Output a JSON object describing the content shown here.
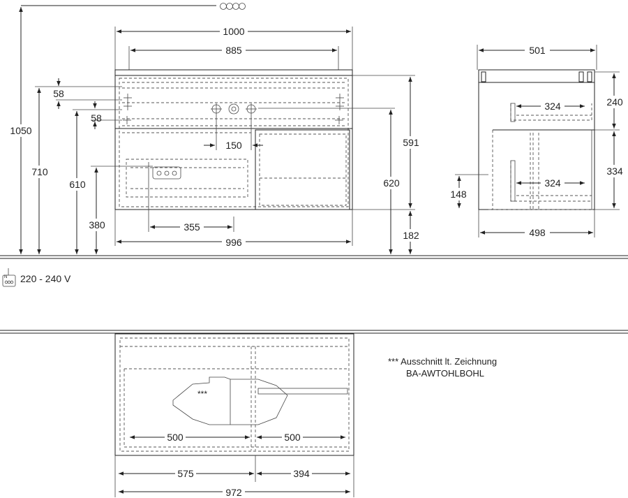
{
  "front_view": {
    "widths": {
      "top_outer": "1000",
      "top_inner": "885",
      "bottom": "996",
      "outlet_offset": "355",
      "valve_spacing": "150"
    },
    "heights": {
      "overall": "1050",
      "top_edge": "710",
      "valve_height": "610",
      "socket_height": "380",
      "carcass": "591",
      "carcass_plus_gap": "620",
      "floor_gap": "182",
      "top_offset": "58",
      "valve_offset": "58"
    }
  },
  "side_view": {
    "depths": {
      "top": "501",
      "bottom": "498",
      "upper_drawer": "324",
      "lower_drawer": "324"
    },
    "heights": {
      "upper": "240",
      "lower": "334",
      "socket": "148"
    }
  },
  "plan_view": {
    "widths": {
      "left_half": "500",
      "right_half": "500",
      "left_part": "575",
      "right_part": "394",
      "total": "972"
    },
    "cutout_marker": "***"
  },
  "electrical": {
    "voltage": "220 - 240 V"
  },
  "note": {
    "line1": "*** Ausschnitt lt. Zeichnung",
    "line2": "BA-AWTOHLBOHL"
  }
}
